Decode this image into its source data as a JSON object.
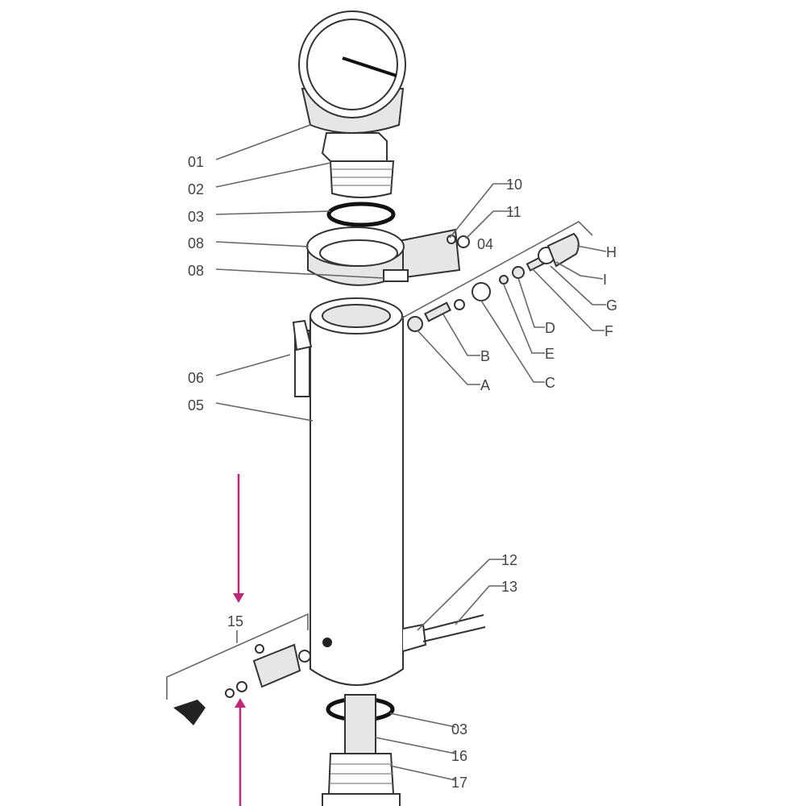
{
  "colors": {
    "arrow": "#c0267a",
    "label": "#444444"
  },
  "labels": {
    "p01": "01",
    "p02": "02",
    "p03_top": "03",
    "p08_a": "08",
    "p08_b": "08",
    "p10": "10",
    "p11": "11",
    "p04": "04",
    "H": "H",
    "I": "I",
    "G": "G",
    "D": "D",
    "F": "F",
    "E": "E",
    "C": "C",
    "B": "B",
    "A": "A",
    "p06": "06",
    "p05": "05",
    "p12": "12",
    "p13": "13",
    "p15": "15",
    "p03_bottom": "03",
    "p16": "16",
    "p17": "17"
  }
}
